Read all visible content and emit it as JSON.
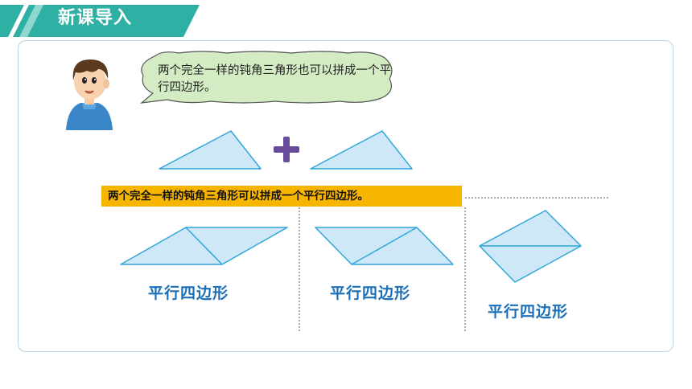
{
  "header": {
    "title": "新课导入"
  },
  "speech_bubble": {
    "text": "两个完全一样的钝角三角形也可以拼成一个平行四边形。"
  },
  "conclusion_banner": {
    "text": "两个完全一样的钝角三角形可以拼成一个平行四边形。"
  },
  "results": [
    {
      "label": "平行四边形"
    },
    {
      "label": "平行四边形"
    },
    {
      "label": "平行四边形"
    }
  ],
  "colors": {
    "header_band": "#2fb0a4",
    "triangle_fill": "#cfe8f7",
    "triangle_stroke": "#2fa6d9",
    "plus_sign": "#6a4c9c",
    "banner_bg": "#f8b500",
    "label_text": "#1b6fb8",
    "bubble_fill": "#d4ecc4"
  }
}
